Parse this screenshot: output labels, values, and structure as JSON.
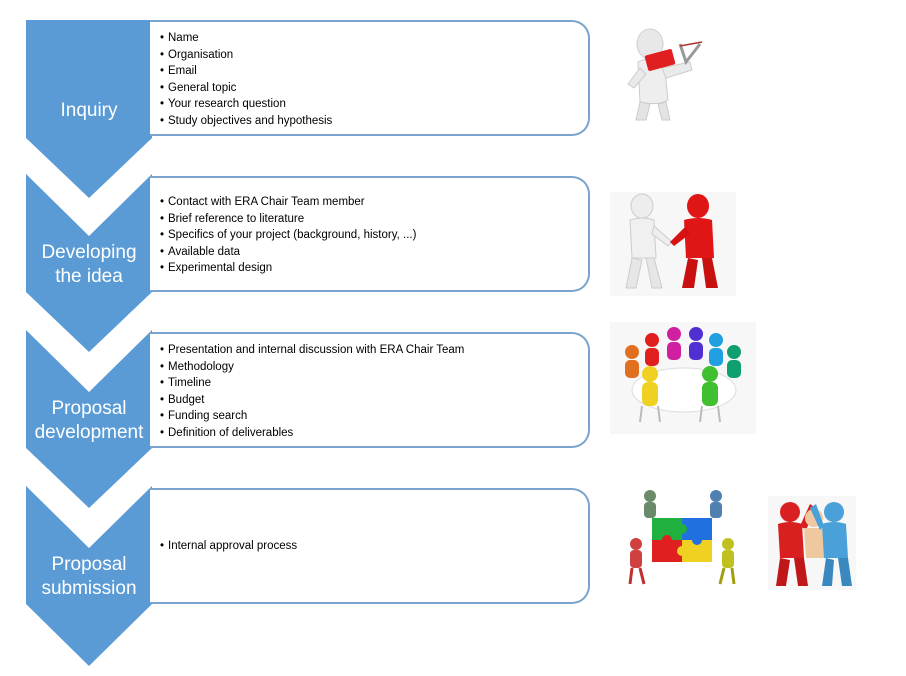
{
  "colors": {
    "chevron": "#5b9bd5",
    "box_border": "#7ba3cf",
    "title_text": "#ffffff"
  },
  "steps": [
    {
      "title": "Inquiry",
      "items": [
        "Name",
        "Organisation",
        "Email",
        "General topic",
        "Your research question",
        "Study objectives and hypothesis"
      ],
      "image": "person-with-slingshot-figure"
    },
    {
      "title": "Developing the idea",
      "items": [
        "Contact with ERA Chair Team member",
        "Brief reference to literature",
        "Specifics of your project (background, history, ...)",
        "Available data",
        "Experimental design"
      ],
      "image": "handshake-figures"
    },
    {
      "title": "Proposal development",
      "items": [
        "Presentation and internal discussion with ERA Chair Team",
        "Methodology",
        "Timeline",
        "Budget",
        "Funding search",
        "Definition of deliverables"
      ],
      "image": "round-table-meeting-figures"
    },
    {
      "title": "Proposal submission",
      "items": [
        "Internal approval process"
      ],
      "image": "puzzle-and-high-five-figures"
    }
  ]
}
